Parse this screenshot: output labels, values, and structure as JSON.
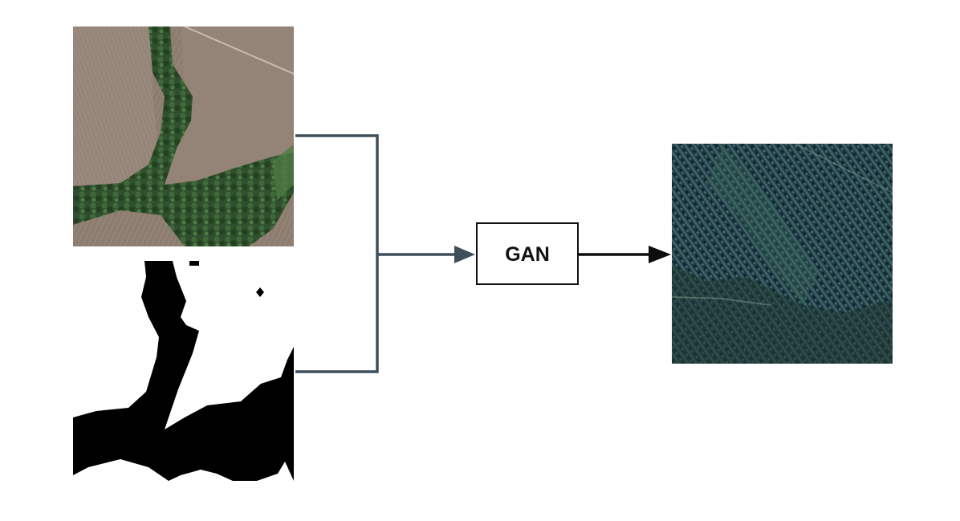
{
  "diagram": {
    "model_box": {
      "label": "GAN"
    },
    "inputs": [
      {
        "name": "input-satellite-image",
        "icon": "aerial-photo-farmland-with-vegetation-strip"
      },
      {
        "name": "input-segmentation-mask",
        "icon": "binary-mask-black-white"
      }
    ],
    "output": {
      "name": "output-generated-image",
      "icon": "aerial-photo-dense-forest"
    }
  },
  "colors": {
    "connector": "#3f4f5a",
    "output_arrow": "#0d0d0d",
    "box_border": "#111111",
    "farmland": "#8f7f70",
    "vegetation": "#3f5f3a",
    "forest": "#24434a",
    "mask_black": "#000000"
  }
}
